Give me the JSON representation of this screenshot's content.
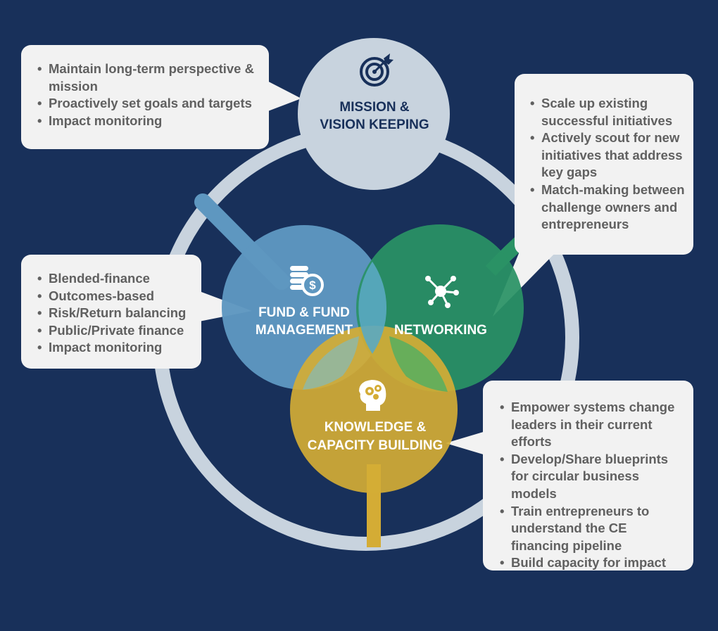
{
  "colors": {
    "background": "#18305a",
    "ring": "#c8d3de",
    "mission_circle": "#c8d3de",
    "fund_circle": "#5e97c0",
    "networking_circle": "#2a9265",
    "knowledge_circle": "#d4ac35",
    "callout_bg": "#f2f2f2",
    "callout_text": "#606060",
    "dark_label": "#18305a",
    "white_label": "#ffffff"
  },
  "hubs": {
    "mission": {
      "line1": "MISSION &",
      "line2": "VISION KEEPING",
      "icon": "target-icon"
    },
    "fund": {
      "line1": "FUND & FUND",
      "line2": "MANAGEMENT",
      "icon": "coins-dollar-icon"
    },
    "networking": {
      "line1": "NETWORKING",
      "icon": "network-nodes-icon"
    },
    "knowledge": {
      "line1": "KNOWLEDGE &",
      "line2": "CAPACITY BUILDING",
      "icon": "head-gears-icon"
    }
  },
  "callouts": {
    "mission": {
      "items": [
        "Maintain long-term perspective & mission",
        "Proactively set goals and targets",
        "Impact monitoring"
      ]
    },
    "networking": {
      "items": [
        "Scale up existing successful initiatives",
        "Actively scout for new initiatives that address key gaps",
        "Match-making between challenge owners and entrepreneurs"
      ]
    },
    "fund": {
      "items": [
        "Blended-finance",
        "Outcomes-based",
        "Risk/Return balancing",
        "Public/Private finance",
        "Impact monitoring"
      ]
    },
    "knowledge": {
      "items": [
        "Empower systems change leaders in their current efforts",
        "Develop/Share blueprints for circular business models",
        "Train entrepreneurs to understand the CE financing pipeline",
        "Build capacity for impact"
      ]
    }
  }
}
